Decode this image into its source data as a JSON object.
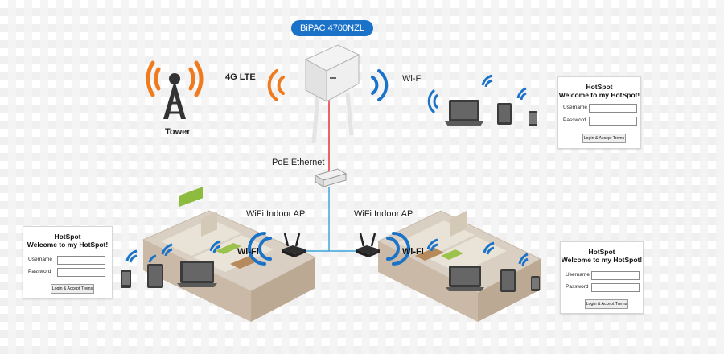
{
  "router_name": "BiPAC 4700NZL",
  "labels": {
    "lte": "4G LTE",
    "wifi_top": "Wi-Fi",
    "tower": "Tower",
    "poe": "PoE Ethernet",
    "indoor_ap_left": "WiFi Indoor AP",
    "indoor_ap_right": "WiFi Indoor AP",
    "wifi_left": "Wi-Fi",
    "wifi_right": "Wi-Fi"
  },
  "hotspot": {
    "title": "HotSpot",
    "subtitle": "Welcome to my HotSpot!",
    "username_label": "Username",
    "password_label": "Password",
    "button_label": "Login & Accept Trems"
  },
  "colors": {
    "wifi_blue": "#1b73c9",
    "lte_orange": "#f07a1e",
    "cable_red": "#e2333b",
    "cable_blue": "#3aa6dd",
    "tower_orange": "#f07a1e"
  }
}
